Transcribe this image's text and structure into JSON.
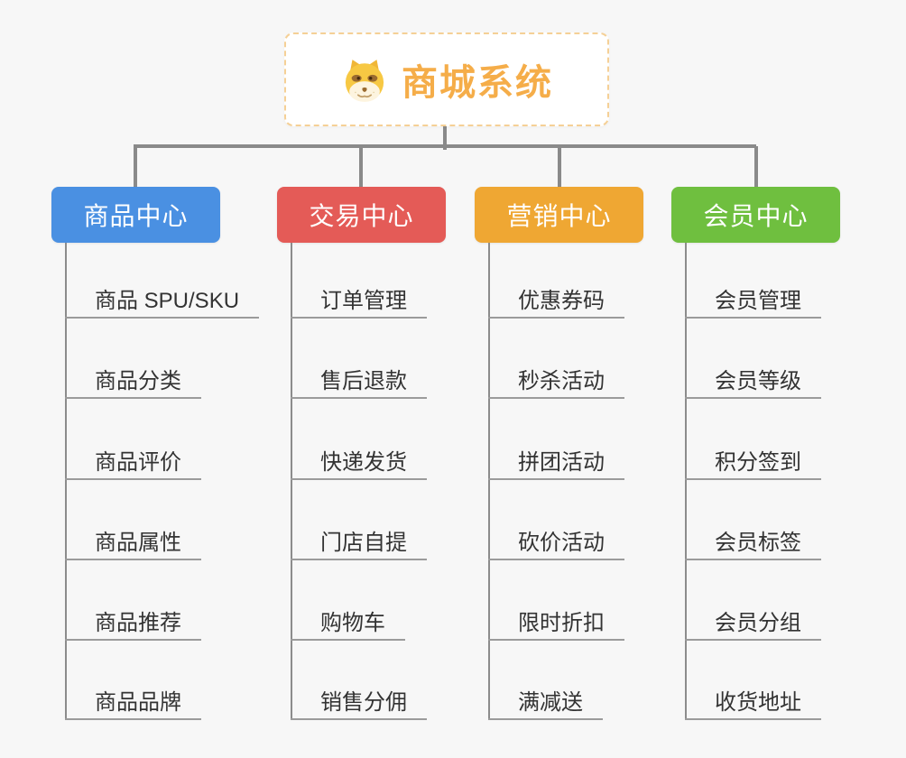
{
  "root": {
    "label": "商城系统",
    "icon": "doge-face-icon"
  },
  "branches": [
    {
      "label": "商品中心",
      "color": "#4a90e2",
      "children": [
        "商品 SPU/SKU",
        "商品分类",
        "商品评价",
        "商品属性",
        "商品推荐",
        "商品品牌"
      ]
    },
    {
      "label": "交易中心",
      "color": "#e45b57",
      "children": [
        "订单管理",
        "售后退款",
        "快递发货",
        "门店自提",
        "购物车",
        "销售分佣"
      ]
    },
    {
      "label": "营销中心",
      "color": "#efa733",
      "children": [
        "优惠券码",
        "秒杀活动",
        "拼团活动",
        "砍价活动",
        "限时折扣",
        "满减送"
      ]
    },
    {
      "label": "会员中心",
      "color": "#6fbf3f",
      "children": [
        "会员管理",
        "会员等级",
        "积分签到",
        "会员标签",
        "会员分组",
        "收货地址"
      ]
    }
  ],
  "colors": {
    "background": "#f7f7f7",
    "root_text": "#f5ad49",
    "root_border": "#f5d096",
    "connector": "#8a8a8a",
    "leaf_underline": "#9b9b9b",
    "leaf_text": "#333333",
    "branch_text": "#ffffff"
  }
}
